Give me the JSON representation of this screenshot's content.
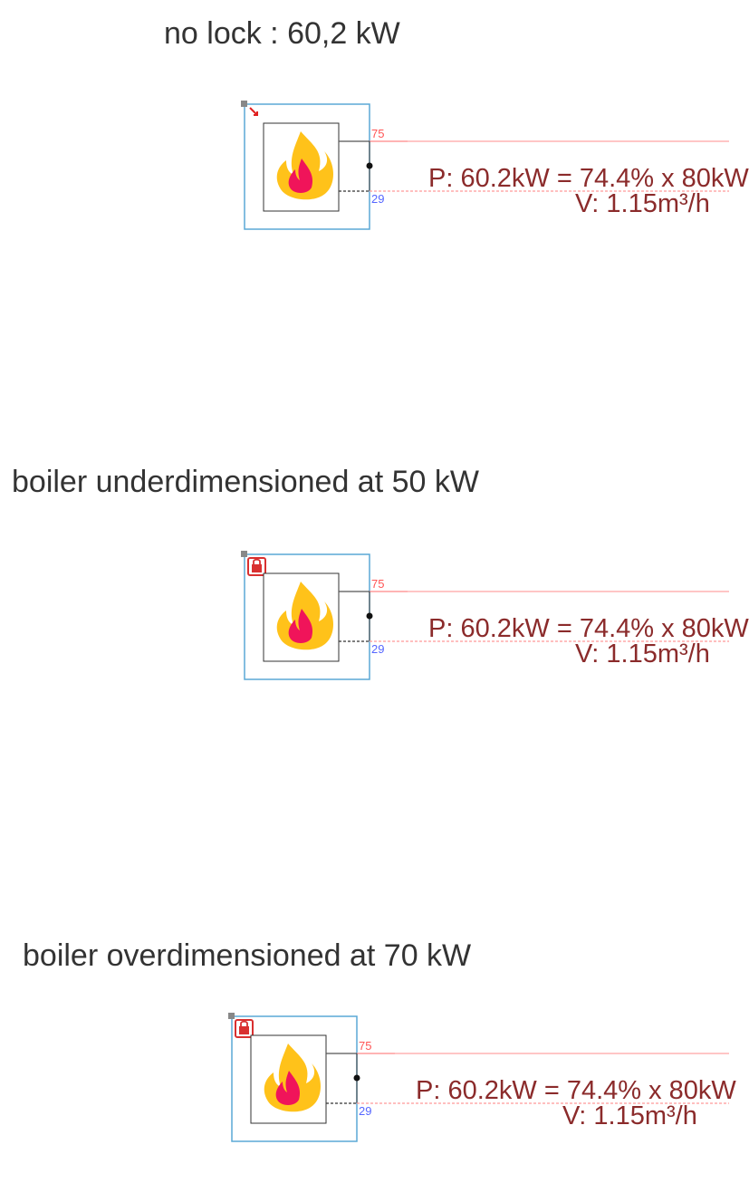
{
  "scenarios": [
    {
      "title": "no lock : 60,2 kW",
      "lock": false,
      "supply_temp": "75",
      "return_temp": "29",
      "power_line": "P:  60.2kW = 74.4% x 80kW",
      "volume_line": "V:  1.15m³/h"
    },
    {
      "title": "boiler underdimensioned at 50 kW",
      "lock": true,
      "supply_temp": "75",
      "return_temp": "29",
      "power_line": "P:  60.2kW = 74.4% x 80kW",
      "volume_line": "V:  1.15m³/h"
    },
    {
      "title": "boiler overdimensioned at 70 kW",
      "lock": true,
      "supply_temp": "75",
      "return_temp": "29",
      "power_line": "P:  60.2kW = 74.4% x 80kW",
      "volume_line": "V:  1.15m³/h"
    }
  ],
  "colors": {
    "frame": "#5aa9d6",
    "supply_line": "#ffb3b3",
    "return_line": "#ff9999",
    "lock": "#d93030",
    "flame_outer": "#ffc21a",
    "flame_inner": "#f0145a",
    "text": "#8b2b2b"
  },
  "icons": {
    "boiler": "flame-icon",
    "lock": "lock-icon",
    "handle": "resize-handle-icon"
  }
}
